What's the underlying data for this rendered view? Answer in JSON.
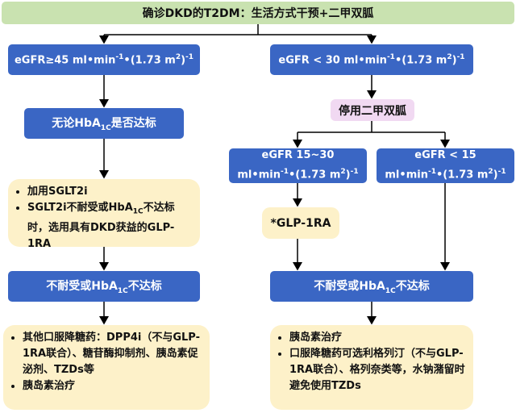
{
  "top": {
    "label": "确诊DKD的T2DM：生活方式干预+二甲双胍"
  },
  "left": {
    "egfr": {
      "prefix": "eGFR≥45 ml•min",
      "mid": "•(1.73 m",
      "unit_sup": "-1",
      "unit_sup2": "2",
      "end": ")",
      "end_sup": "-1"
    },
    "hba1c": {
      "prefix": "无论HbA",
      "sub": "1C",
      "suffix": "是否达标"
    },
    "sglt2": {
      "item1": "加用SGLT2i",
      "item2_prefix": "SGLT2i不耐受或HbA",
      "item2_sub": "1C",
      "item2_suffix": "不达标时，选用具有DKD获益的GLP-1RA"
    },
    "intolerance": {
      "prefix": "不耐受或HbA",
      "sub": "1C",
      "suffix": "不达标"
    },
    "final": {
      "item1": "其他口服降糖药：DPP4i（不与GLP-1RA联合）、糖苷酶抑制剂、胰岛素促泌剂、TZDs等",
      "item2": "胰岛素治疗"
    }
  },
  "right": {
    "egfr": {
      "prefix": "eGFR < 30 ml•min",
      "mid": "•(1.73 m",
      "unit_sup": "-1",
      "unit_sup2": "2",
      "end": ")",
      "end_sup": "-1"
    },
    "stop": "停用二甲双胍",
    "egfr_mid": {
      "line1": "eGFR 15~30",
      "line2_prefix": "ml•min",
      "line2_mid": "•(1.73 m",
      "line2_end": ")",
      "sup1": "-1",
      "sup2": "2",
      "sup3": "-1"
    },
    "egfr_low": {
      "line1": "eGFR < 15",
      "line2_prefix": "ml•min",
      "line2_mid": "•(1.73 m",
      "line2_end": ")",
      "sup1": "-1",
      "sup2": "2",
      "sup3": "-1"
    },
    "glp1": "*GLP-1RA",
    "intolerance": {
      "prefix": "不耐受或HbA",
      "sub": "1C",
      "suffix": "不达标"
    },
    "final": {
      "item1": "胰岛素治疗",
      "item2": "口服降糖药可选利格列汀（不与GLP-1RA联合）、格列奈类等，水钠潴留时避免使用TZDs"
    }
  },
  "colors": {
    "blue": "#3a66c4",
    "green": "#c9e2b0",
    "pink": "#f1d9f2",
    "cream": "#fdf1c9"
  }
}
